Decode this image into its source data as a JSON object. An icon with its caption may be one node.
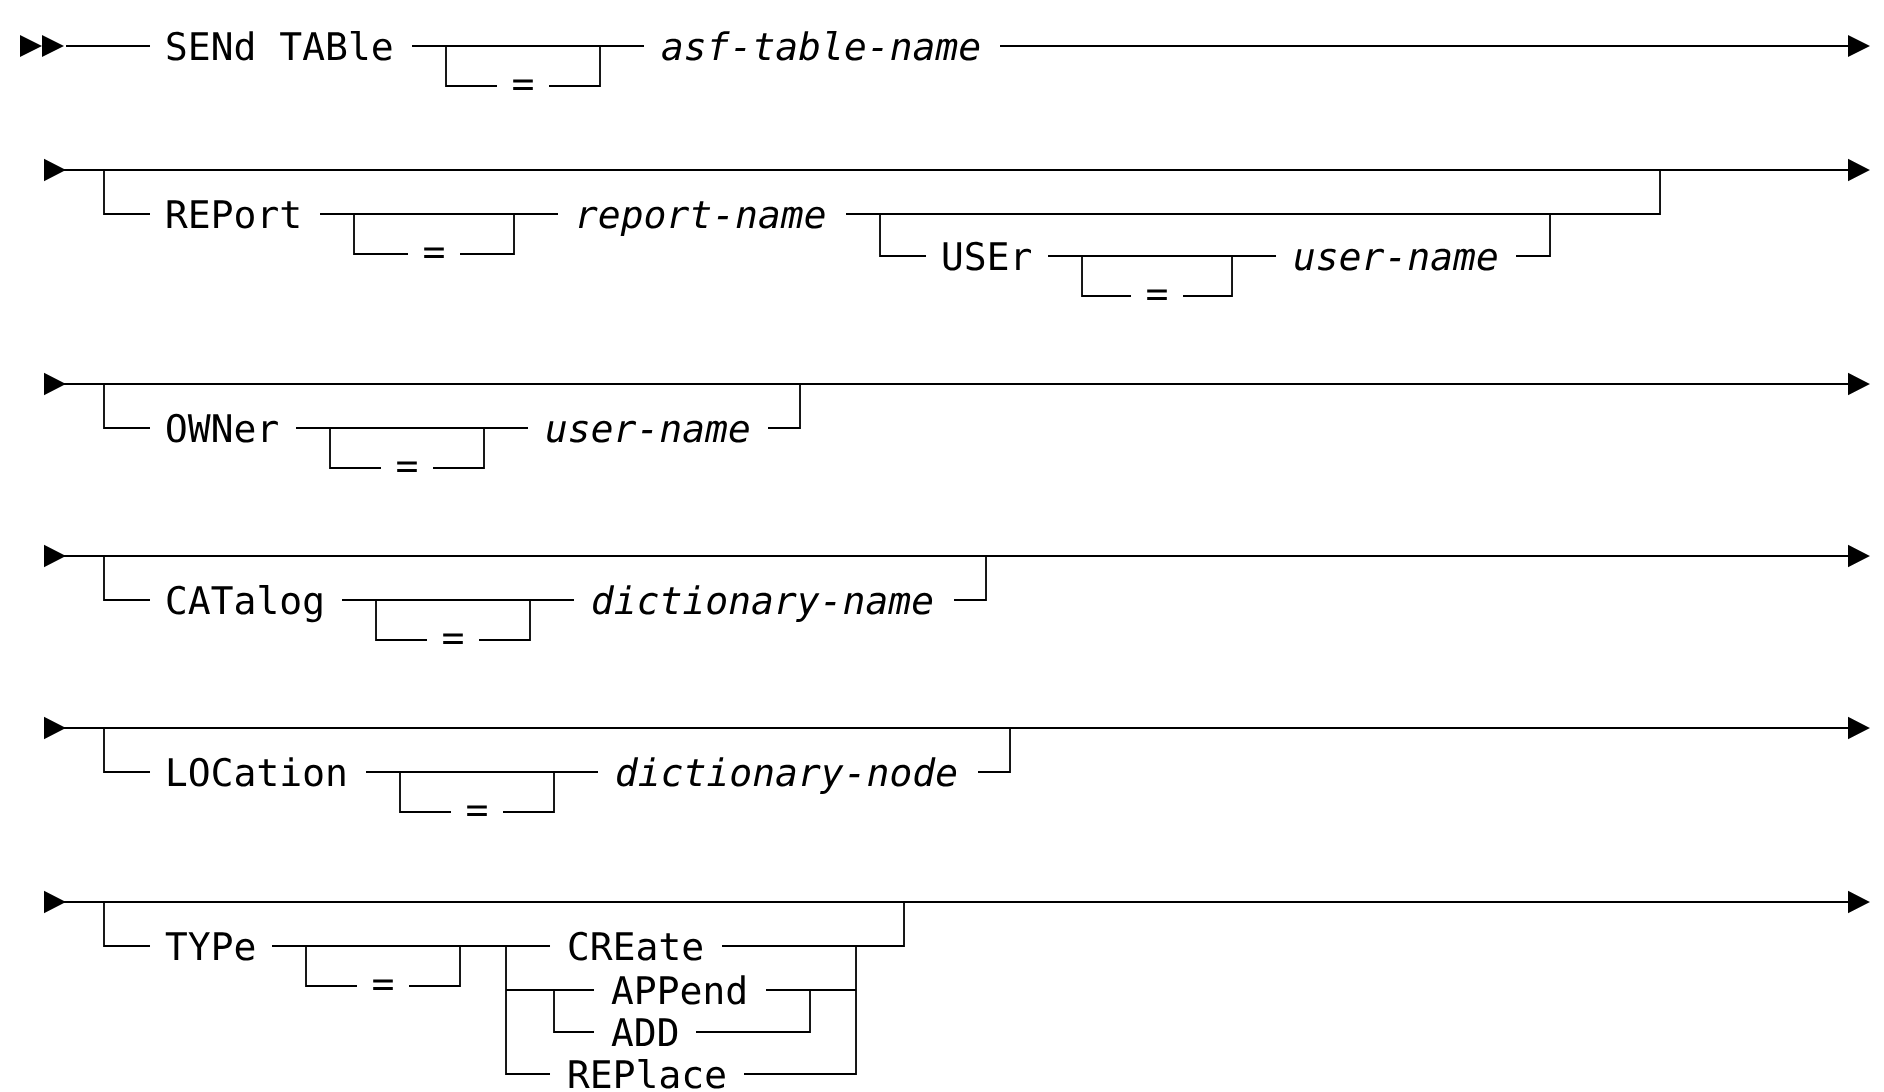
{
  "diagram": {
    "labels": [
      "SENd TABle",
      "=",
      "asf-table-name",
      "REPort",
      "=",
      "report-name",
      "USEr",
      "=",
      "user-name",
      "OWNer",
      "=",
      "user-name",
      "CATalog",
      "=",
      "dictionary-name",
      "LOCation",
      "=",
      "dictionary-node",
      "TYPe",
      "=",
      "CREate",
      "APPend",
      "ADD",
      "REPlace"
    ]
  }
}
